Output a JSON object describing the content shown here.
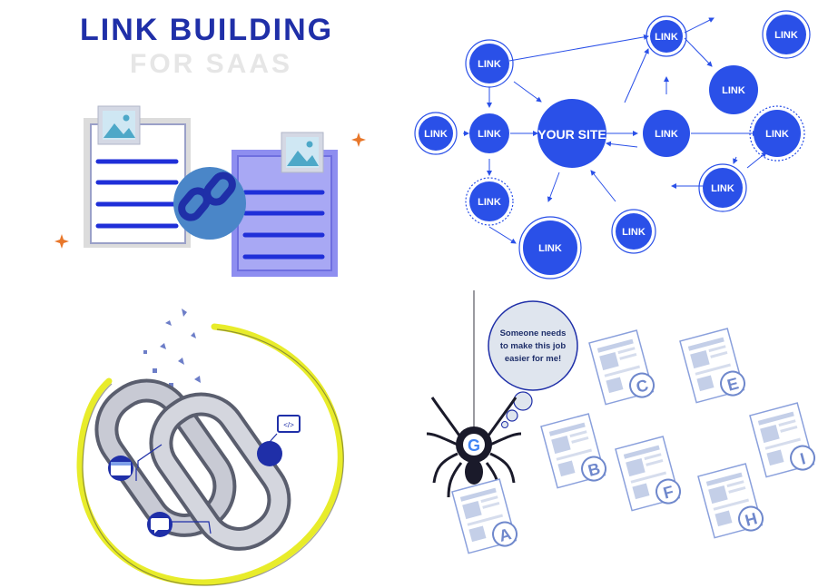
{
  "panel_1": {
    "title_line1": "LINK BUILDING",
    "title_line2": "FOR SAAS"
  },
  "panel_2": {
    "center_label": "YOUR SITE",
    "node_label": "LINK"
  },
  "panel_4": {
    "speech": [
      "Someone needs",
      "to make this job",
      "easier for me!"
    ],
    "logo_letter": "G",
    "pages": [
      "A",
      "B",
      "C",
      "E",
      "F",
      "H",
      "I"
    ]
  },
  "colors": {
    "brand_blue": "#1f2fa8",
    "node_blue": "#2a50e8",
    "page_blue": "#aab8e8",
    "doc_back": "#dcdcdc",
    "doc_front": "#8e8ef0",
    "accent_orange": "#e8772a",
    "ring_yellow": "#e8ec2a"
  },
  "icons": [
    "image-icon",
    "chain-link-icon",
    "sparkle-icon",
    "spider-icon",
    "code-icon",
    "browser-icon",
    "chat-icon"
  ]
}
